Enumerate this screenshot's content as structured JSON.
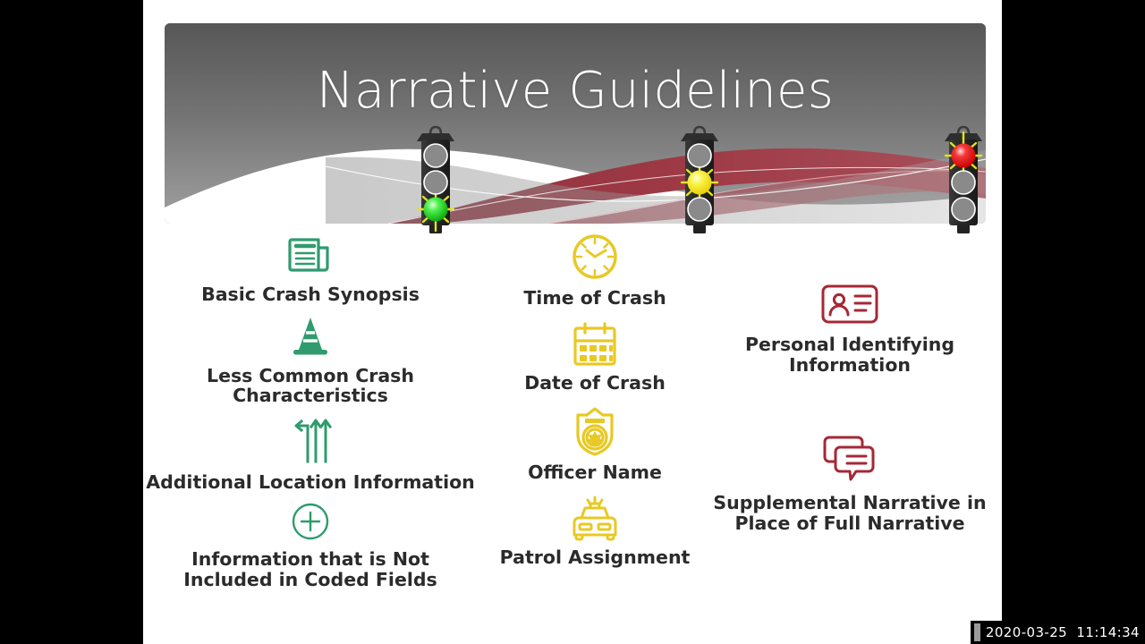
{
  "slide": {
    "title": "Narrative Guidelines",
    "colors": {
      "green": "#2f9b6e",
      "yellow": "#e8c923",
      "red": "#a52834",
      "banner_gray_top": "#595959",
      "banner_gray_bottom": "#9c9c9c",
      "banner_wave_maroon": "#9e3a46",
      "text": "#2b2b2b",
      "title_text": "#ffffff"
    },
    "traffic_lights": [
      {
        "name": "green-traffic-light",
        "lit": "green",
        "lit_color": "#1fd11f",
        "position": "bottom"
      },
      {
        "name": "yellow-traffic-light",
        "lit": "yellow",
        "lit_color": "#f5e616",
        "position": "middle"
      },
      {
        "name": "red-traffic-light",
        "lit": "red",
        "lit_color": "#ee1c1c",
        "position": "top"
      }
    ],
    "columns": [
      {
        "id": "green",
        "color": "#2f9b6e",
        "entries": [
          {
            "icon": "newspaper-icon",
            "label": "Basic Crash Synopsis"
          },
          {
            "icon": "traffic-cone-icon",
            "label": "Less Common Crash Characteristics"
          },
          {
            "icon": "lane-arrows-icon",
            "label": "Additional Location Information"
          },
          {
            "icon": "plus-circle-icon",
            "label": "Information that is Not Included in Coded Fields"
          }
        ]
      },
      {
        "id": "yellow",
        "color": "#e8c923",
        "entries": [
          {
            "icon": "clock-icon",
            "label": "Time of Crash"
          },
          {
            "icon": "calendar-icon",
            "label": "Date of Crash"
          },
          {
            "icon": "police-badge-icon",
            "label": "Officer Name"
          },
          {
            "icon": "patrol-car-icon",
            "label": "Patrol Assignment"
          }
        ]
      },
      {
        "id": "red",
        "color": "#a52834",
        "entries": [
          {
            "icon": "id-card-icon",
            "label": "Personal Identifying Information"
          },
          {
            "icon": "chat-bubbles-icon",
            "label": "Supplemental Narrative in Place of Full Narrative"
          }
        ]
      }
    ]
  },
  "overlay": {
    "timestamp": "2020-03-25  11:14:34"
  }
}
